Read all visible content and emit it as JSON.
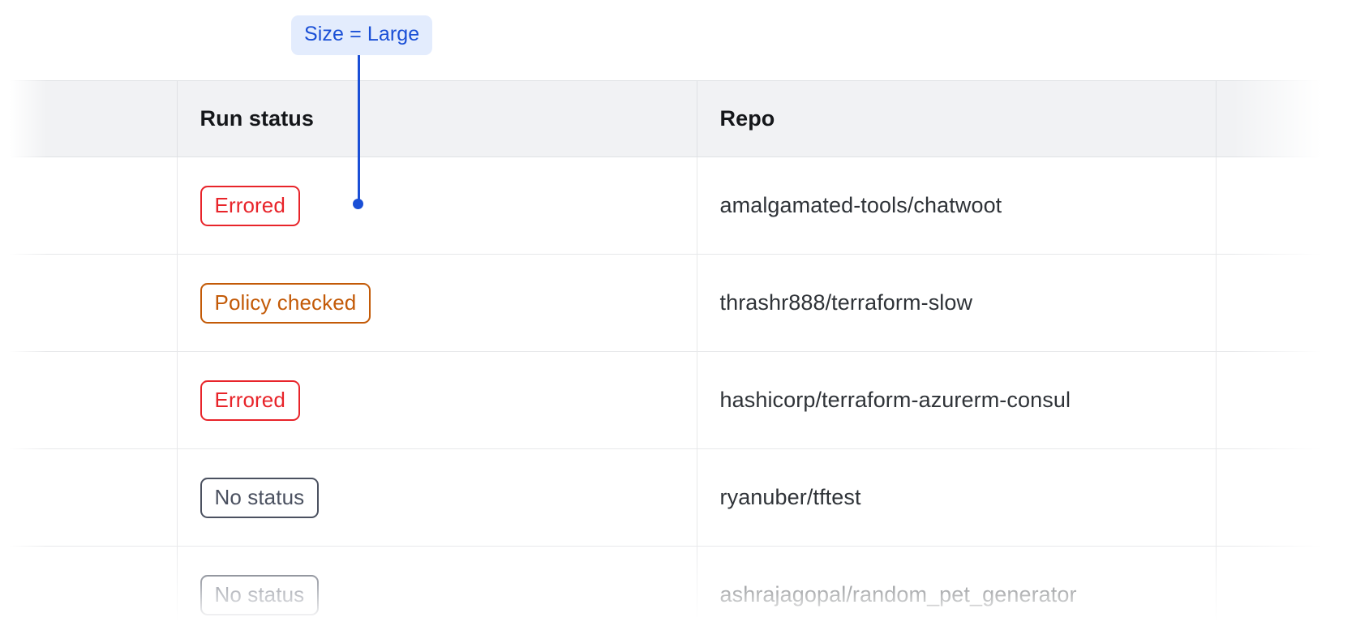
{
  "annotation": {
    "label": "Size = Large",
    "chip_bg": "#e3ecfd",
    "chip_color": "#1a4fd6",
    "connector_color": "#1a4fd6"
  },
  "table": {
    "columns": [
      {
        "key": "spacer",
        "label": ""
      },
      {
        "key": "run_status",
        "label": "Run status"
      },
      {
        "key": "repo",
        "label": "Repo"
      },
      {
        "key": "tail",
        "label": ""
      }
    ],
    "rows": [
      {
        "status": "Errored",
        "status_variant": "errored",
        "repo": "amalgamated-tools/chatwoot"
      },
      {
        "status": "Policy checked",
        "status_variant": "policy-checked",
        "repo": "thrashr888/terraform-slow"
      },
      {
        "status": "Errored",
        "status_variant": "errored",
        "repo": "hashicorp/terraform-azurerm-consul"
      },
      {
        "status": "No status",
        "status_variant": "no-status",
        "repo": "ryanuber/tftest"
      },
      {
        "status": "No status",
        "status_variant": "no-status",
        "repo": "ashrajagopal/random_pet_generator"
      }
    ]
  },
  "colors": {
    "header_bg": "#f1f2f4",
    "border": "#e7e8ea",
    "header_border": "#dfe1e4",
    "errored": "#e8242a",
    "policy_checked": "#c35a07",
    "no_status": "#4b5160",
    "text": "#2f3338",
    "heading_text": "#15171a"
  }
}
